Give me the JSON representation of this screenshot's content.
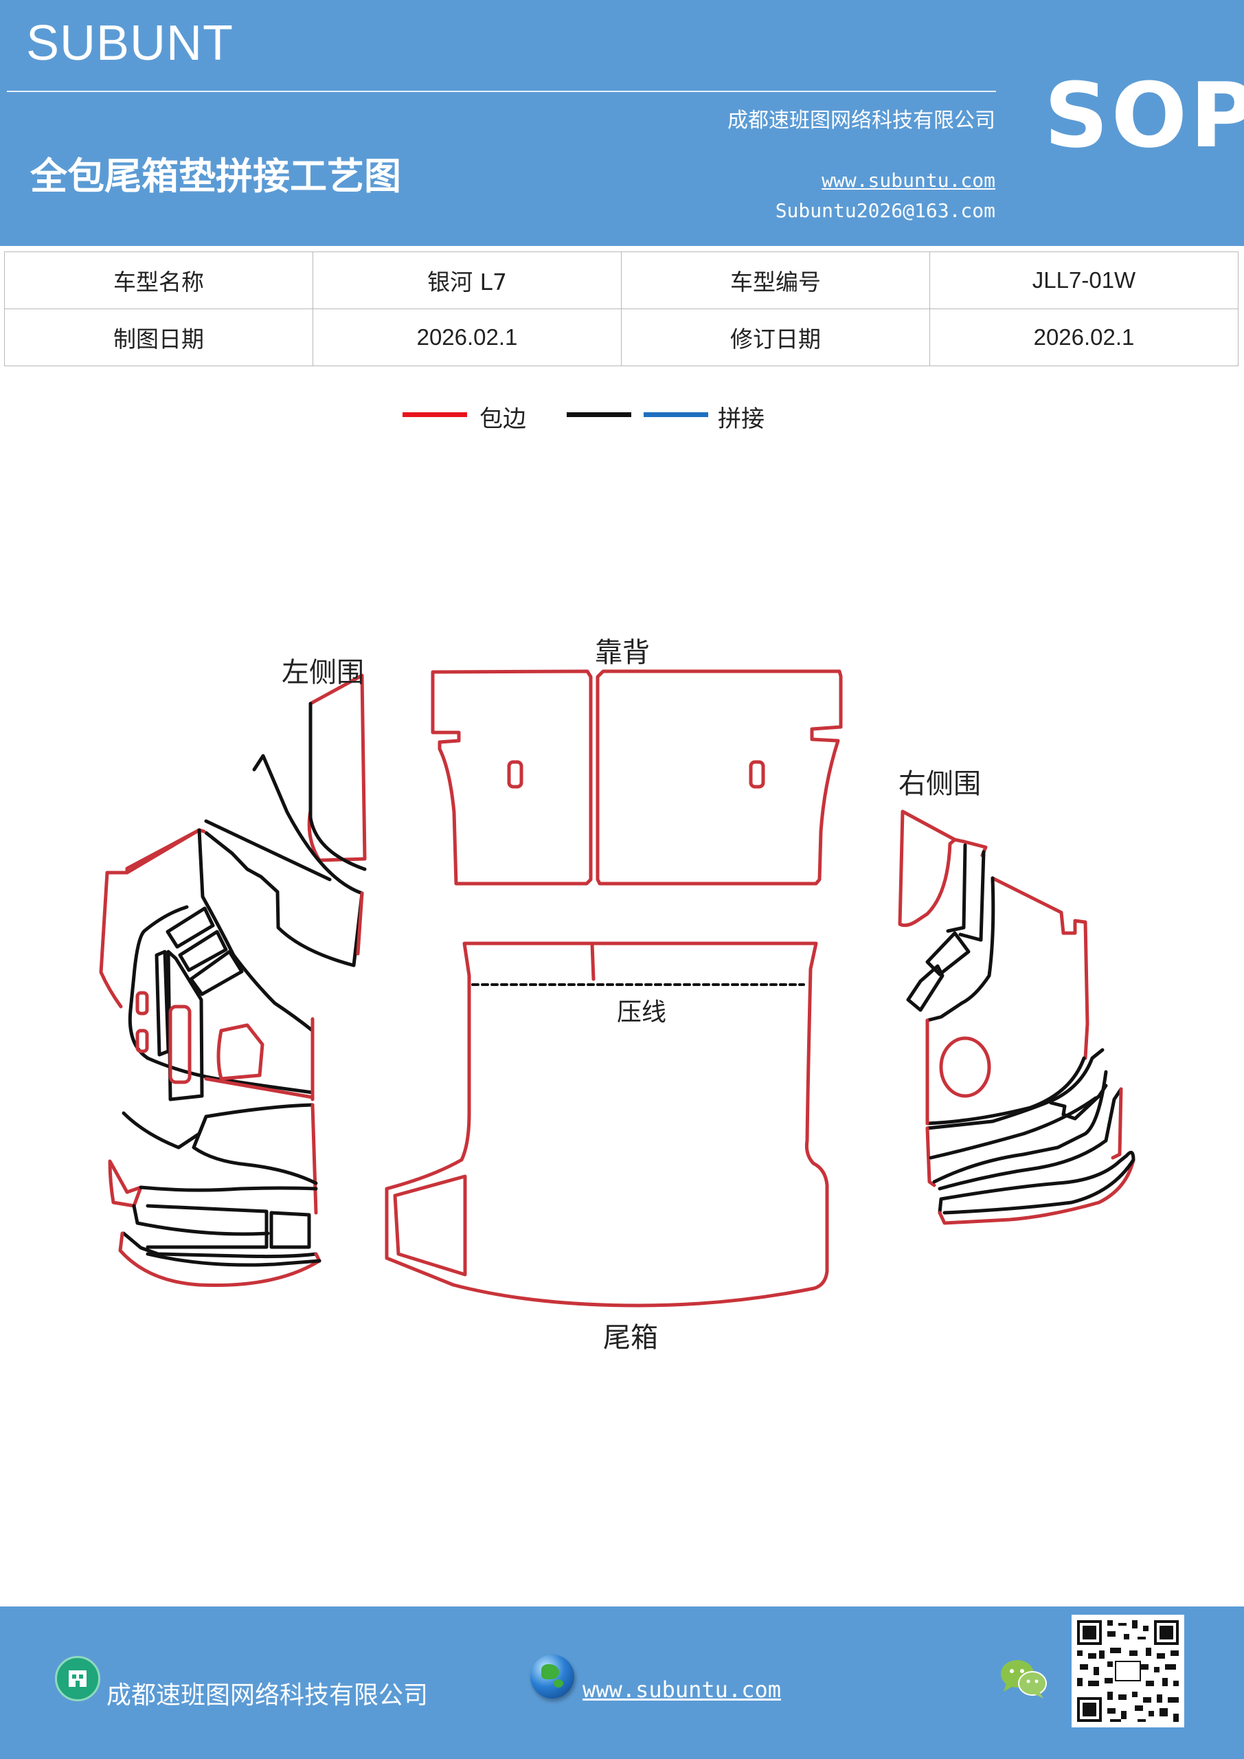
{
  "header": {
    "brand": "SUBUNT",
    "company": "成都速班图网络科技有限公司",
    "title": "全包尾箱垫拼接工艺图",
    "website": "www.subuntu.com",
    "email": "Subuntu2026@163.com",
    "sop": "SOP"
  },
  "info": {
    "model_name_label": "车型名称",
    "model_name": "银河 L7",
    "model_code_label": "车型编号",
    "model_code": "JLL7-01W",
    "draw_date_label": "制图日期",
    "draw_date": "2026.02.1",
    "revise_date_label": "修订日期",
    "revise_date": "2026.02.1"
  },
  "legend": {
    "edge_label": "包边",
    "splice_label": "拼接",
    "colors": {
      "edge": "#e8141c",
      "black": "#111111",
      "splice": "#1f6fc0"
    }
  },
  "diagram": {
    "left_side": "左侧围",
    "backrest": "靠背",
    "right_side": "右侧围",
    "press_line": "压线",
    "trunk": "尾箱",
    "colors": {
      "edge": "#c8333a",
      "seam": "#111111"
    }
  },
  "footer": {
    "company": "成都速班图网络科技有限公司",
    "website": "www.subuntu.com",
    "icons": [
      "building-icon",
      "globe-icon",
      "wechat-icon",
      "qr-code"
    ]
  }
}
